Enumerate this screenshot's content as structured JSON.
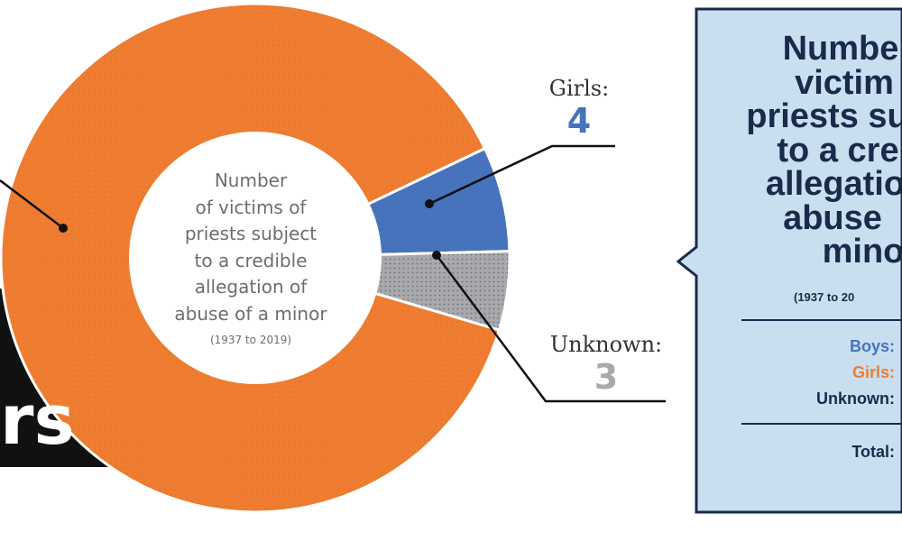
{
  "chart_data": {
    "type": "pie",
    "center_text": [
      "Number",
      "of victims of",
      "priests subject",
      "to a credible",
      "allegation of",
      "abuse of a minor"
    ],
    "center_subtext": "(1937 to 2019)",
    "slices": [
      {
        "label": "Boys",
        "value": 53,
        "color": "#ee7d31"
      },
      {
        "label": "Girls",
        "value": 4,
        "color": "#4673bb"
      },
      {
        "label": "Unknown",
        "value": 3,
        "color": "#a7a9ac"
      }
    ],
    "callouts": [
      {
        "label": "Girls:",
        "value": "4",
        "color": "#4673bb"
      },
      {
        "label": "Unknown:",
        "value": "3",
        "color": "#a7a9ac"
      }
    ]
  },
  "left_banner": {
    "text": "rs"
  },
  "panel": {
    "title_lines": [
      "Numbe",
      "victim",
      "priests su",
      "to a cre",
      "allegatio",
      "abuse",
      "mino"
    ],
    "subtitle": "(1937 to 20",
    "rows": [
      {
        "label": "Boys:",
        "color": "#4673bb"
      },
      {
        "label": "Girls:",
        "color": "#ee7d31"
      },
      {
        "label": "Unknown:",
        "color": "#1a2a4a"
      }
    ],
    "total_label": "Total:",
    "colors": {
      "background": "#c9dff0",
      "border": "#1a2a4a",
      "divider": "#1a2a4a"
    }
  }
}
